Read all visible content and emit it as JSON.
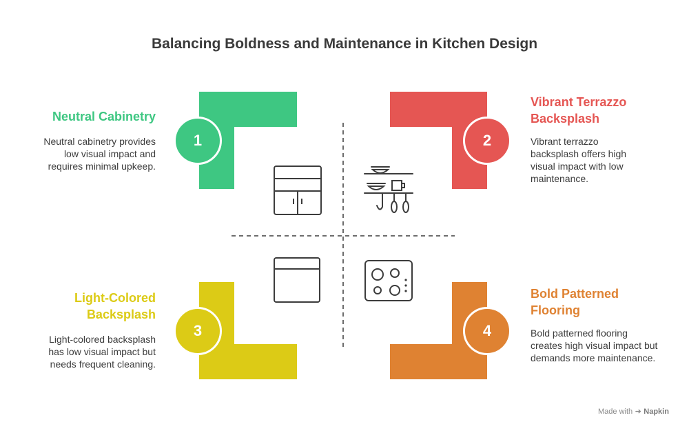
{
  "title": "Balancing Boldness and Maintenance in Kitchen Design",
  "colors": {
    "green": "#3ec782",
    "red": "#e55653",
    "yellow": "#dccb16",
    "orange": "#df8232"
  },
  "quadrants": [
    {
      "number": "1",
      "title": "Neutral Cabinetry",
      "description": "Neutral cabinetry provides low visual impact and requires minimal upkeep.",
      "icon": "cabinet-icon"
    },
    {
      "number": "2",
      "title": "Vibrant Terrazzo Backsplash",
      "description": "Vibrant terrazzo backsplash offers high visual impact with low maintenance.",
      "icon": "kitchen-shelf-icon"
    },
    {
      "number": "3",
      "title": "Light-Colored Backsplash",
      "description": "Light-colored backsplash has low visual impact but needs frequent cleaning.",
      "icon": "oven-window-icon"
    },
    {
      "number": "4",
      "title": "Bold Patterned Flooring",
      "description": "Bold patterned flooring creates high visual impact but demands more maintenance.",
      "icon": "cooktop-icon"
    }
  ],
  "branding": {
    "prefix": "Made with",
    "name": "Napkin"
  }
}
